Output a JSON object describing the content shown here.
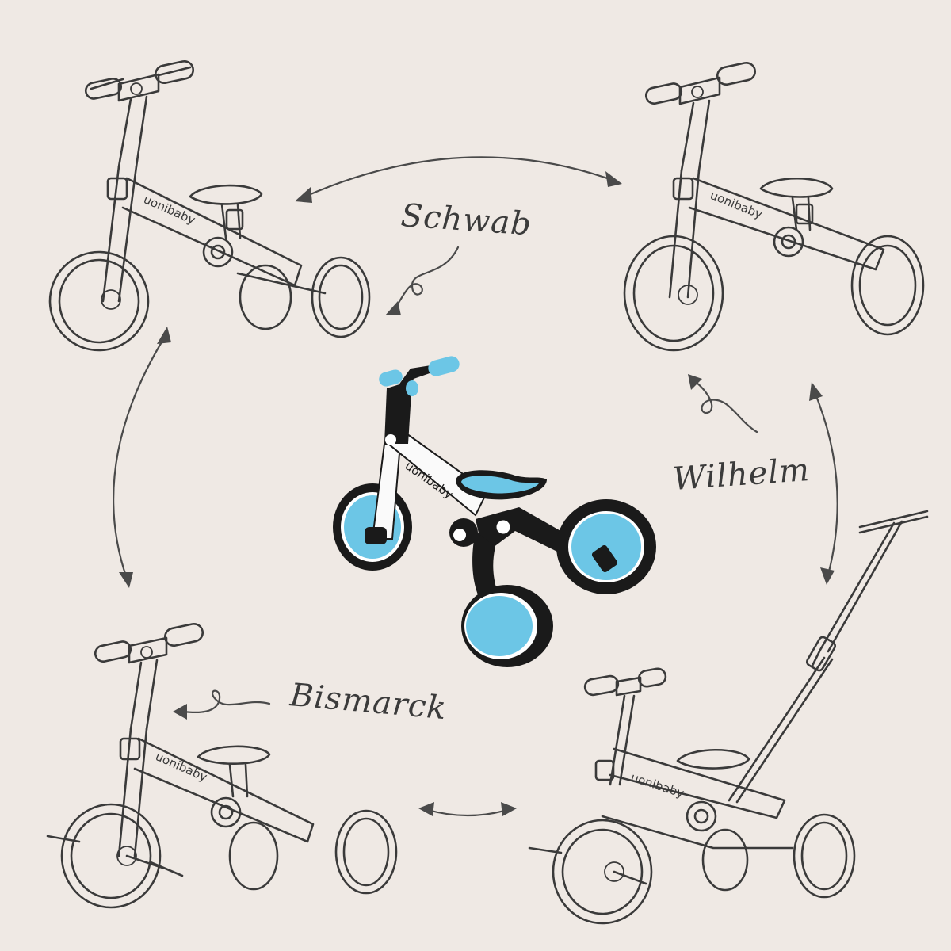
{
  "labels": {
    "top": "Schwab",
    "right": "Wilhelm",
    "left": "Bismarck"
  },
  "brand": "uonibaby",
  "colors": {
    "background": "#efe9e4",
    "sketch": "#3a3a3a",
    "accent_blue": "#6cc6e6",
    "frame_black": "#1a1a1a",
    "frame_white": "#fafafa"
  }
}
